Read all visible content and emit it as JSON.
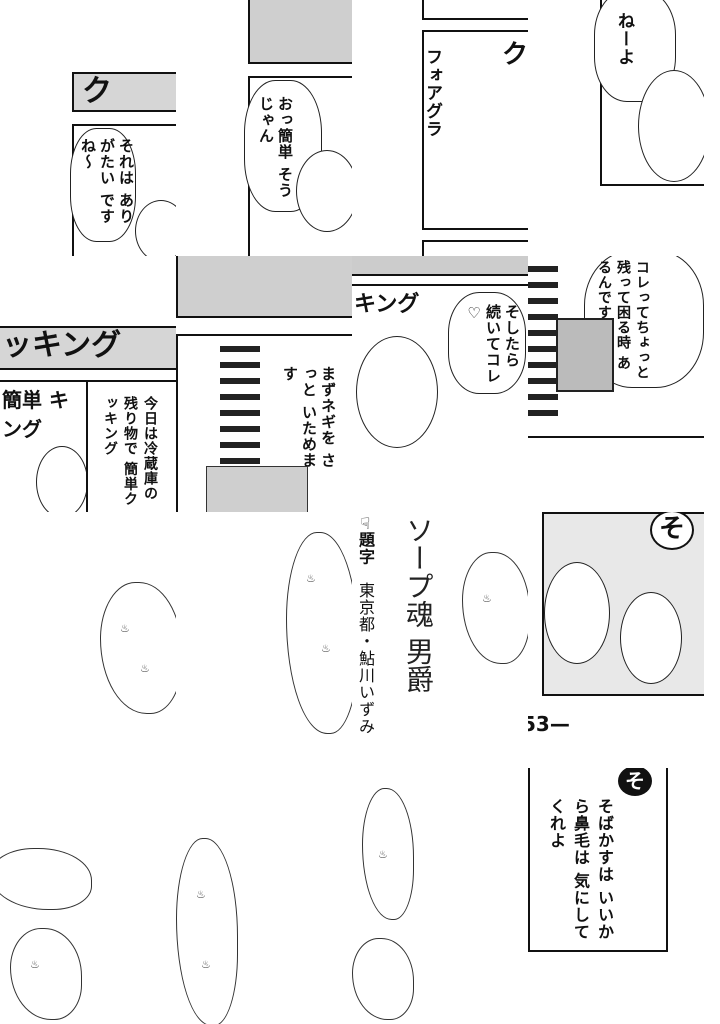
{
  "tiles": {
    "r1c1": {
      "header": "ク",
      "speech": "それは ありがたい ですね〜"
    },
    "r1c2": {
      "speech": "おっ簡単 そうじゃん"
    },
    "r1c3": {
      "header": "ク",
      "speech": "フォアグラ"
    },
    "r1c4": {
      "speech": "ねーよ"
    },
    "r2c1": {
      "header": "ッキング",
      "sign": "簡単 キング",
      "speech": "今日は冷蔵庫の 残り物で 簡単クッキング"
    },
    "r2c2": {
      "speech": "まずネギを さっと いためます"
    },
    "r2c3": {
      "header": "キング",
      "speech": "そしたら 続いてコレ♡"
    },
    "r2c4": {
      "speech": "コレってちょっと 残って困る時 あるんですよね〜"
    },
    "r3c3": {
      "credit_label": "☞題字",
      "credit": "東京都・鮎川いずみ",
      "calligraphy": "ソープ魂 男爵"
    },
    "r3c4": {
      "sign": "そ",
      "page_number": "53—"
    },
    "r4c4": {
      "sign": "そ",
      "speech": "そばかすは いいから鼻毛は 気にしてくれよ"
    }
  },
  "icons": {
    "onsen": "♨"
  }
}
